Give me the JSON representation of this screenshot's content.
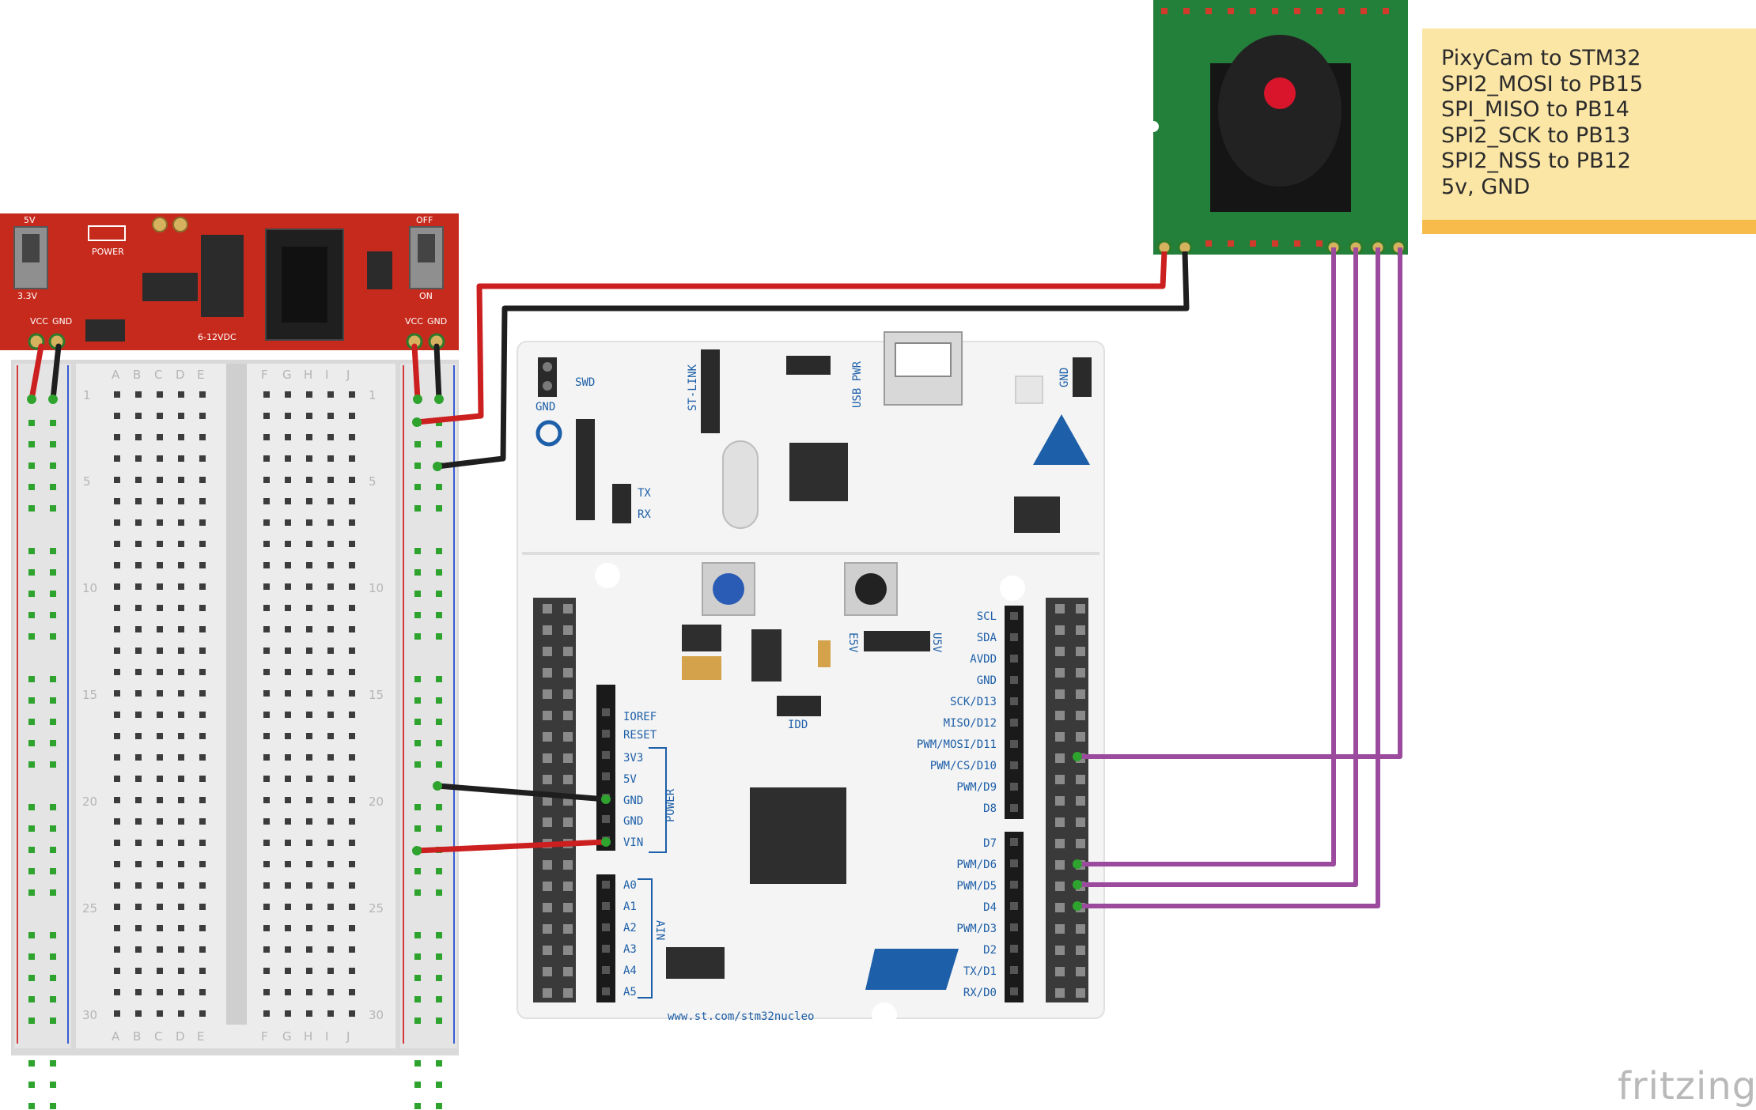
{
  "note": {
    "lines": [
      "PixyCam to STM32",
      "SPI2_MOSI to PB15",
      "SPI_MISO to PB14",
      "SPI2_SCK to PB13",
      "SPI2_NSS to PB12",
      "5v, GND"
    ]
  },
  "watermark": "fritzing",
  "power_supply": {
    "switch_left_top": "5V",
    "switch_left_bottom": "3.3V",
    "switch_right_top": "OFF",
    "switch_right_bottom": "ON",
    "led_label": "POWER",
    "pin_vcc_left": "VCC",
    "pin_gnd_left": "GND",
    "pin_vcc_right": "VCC",
    "pin_gnd_right": "GND",
    "input_label": "6-12VDC"
  },
  "breadboard": {
    "columns_left": [
      "A",
      "B",
      "C",
      "D",
      "E"
    ],
    "columns_right": [
      "F",
      "G",
      "H",
      "I",
      "J"
    ],
    "row_numbers": [
      "1",
      "5",
      "10",
      "15",
      "20",
      "25",
      "30"
    ]
  },
  "board": {
    "labels": {
      "gnd_top": "GND",
      "swd": "SWD",
      "st_link": "ST-LINK",
      "usb_pwr": "USB PWR",
      "gnd_right": "GND",
      "tx": "TX",
      "rx": "RX",
      "e5v": "E5V",
      "u5v": "U5V",
      "idd": "IDD",
      "power_group": "POWER",
      "ain_group": "AIN",
      "url": "www.st.com/stm32nucleo"
    },
    "power_pins": [
      "IOREF",
      "RESET",
      "3V3",
      "5V",
      "GND",
      "GND",
      "VIN"
    ],
    "analog_pins": [
      "A0",
      "A1",
      "A2",
      "A3",
      "A4",
      "A5"
    ],
    "digital_pins_upper": [
      "SCL",
      "SDA",
      "AVDD",
      "GND",
      "SCK/D13",
      "MISO/D12",
      "PWM/MOSI/D11",
      "PWM/CS/D10",
      "PWM/D9",
      "D8"
    ],
    "digital_pins_lower": [
      "D7",
      "PWM/D6",
      "PWM/D5",
      "D4",
      "PWM/D3",
      "D2",
      "TX/D1",
      "RX/D0"
    ]
  },
  "colors": {
    "wire_red": "#cc1f1f",
    "wire_black": "#1e1e1e",
    "wire_purple": "#9b4a9e",
    "supply_red": "#c62a1d",
    "camera_green": "#23803a",
    "board_label_blue": "#1d5fa8",
    "note_yellow": "#fbe6a6",
    "note_edge": "#f6bb4a"
  }
}
